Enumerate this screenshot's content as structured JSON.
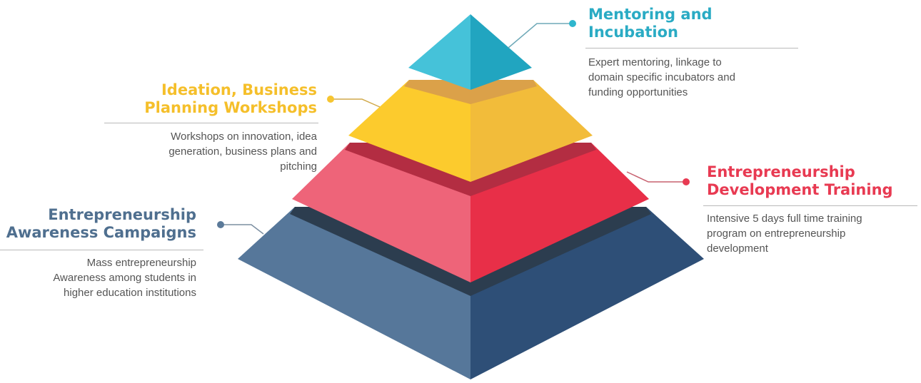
{
  "colors": {
    "awareness": "#5b7a99",
    "development": "#e83a52",
    "ideation": "#f6c531",
    "mentoring": "#2fb6cd"
  },
  "tiers": [
    {
      "key": "mentoring",
      "title_lines": [
        "Mentoring and",
        "Incubation"
      ],
      "description_lines": [
        "Expert mentoring, linkage to",
        "domain specific incubators and",
        "funding opportunities"
      ]
    },
    {
      "key": "ideation",
      "title_lines": [
        "Ideation, Business",
        "Planning Workshops"
      ],
      "description_lines": [
        "Workshops on innovation, idea",
        "generation, business plans and",
        "pitching"
      ]
    },
    {
      "key": "development",
      "title_lines": [
        "Entrepreneurship",
        "Development Training"
      ],
      "description_lines": [
        "Intensive 5 days full time training",
        "program on entrepreneurship",
        "development"
      ]
    },
    {
      "key": "awareness",
      "title_lines": [
        "Entrepreneurship",
        "Awareness Campaigns"
      ],
      "description_lines": [
        "Mass entrepreneurship",
        "Awareness among students in",
        "higher education institutions"
      ]
    }
  ]
}
